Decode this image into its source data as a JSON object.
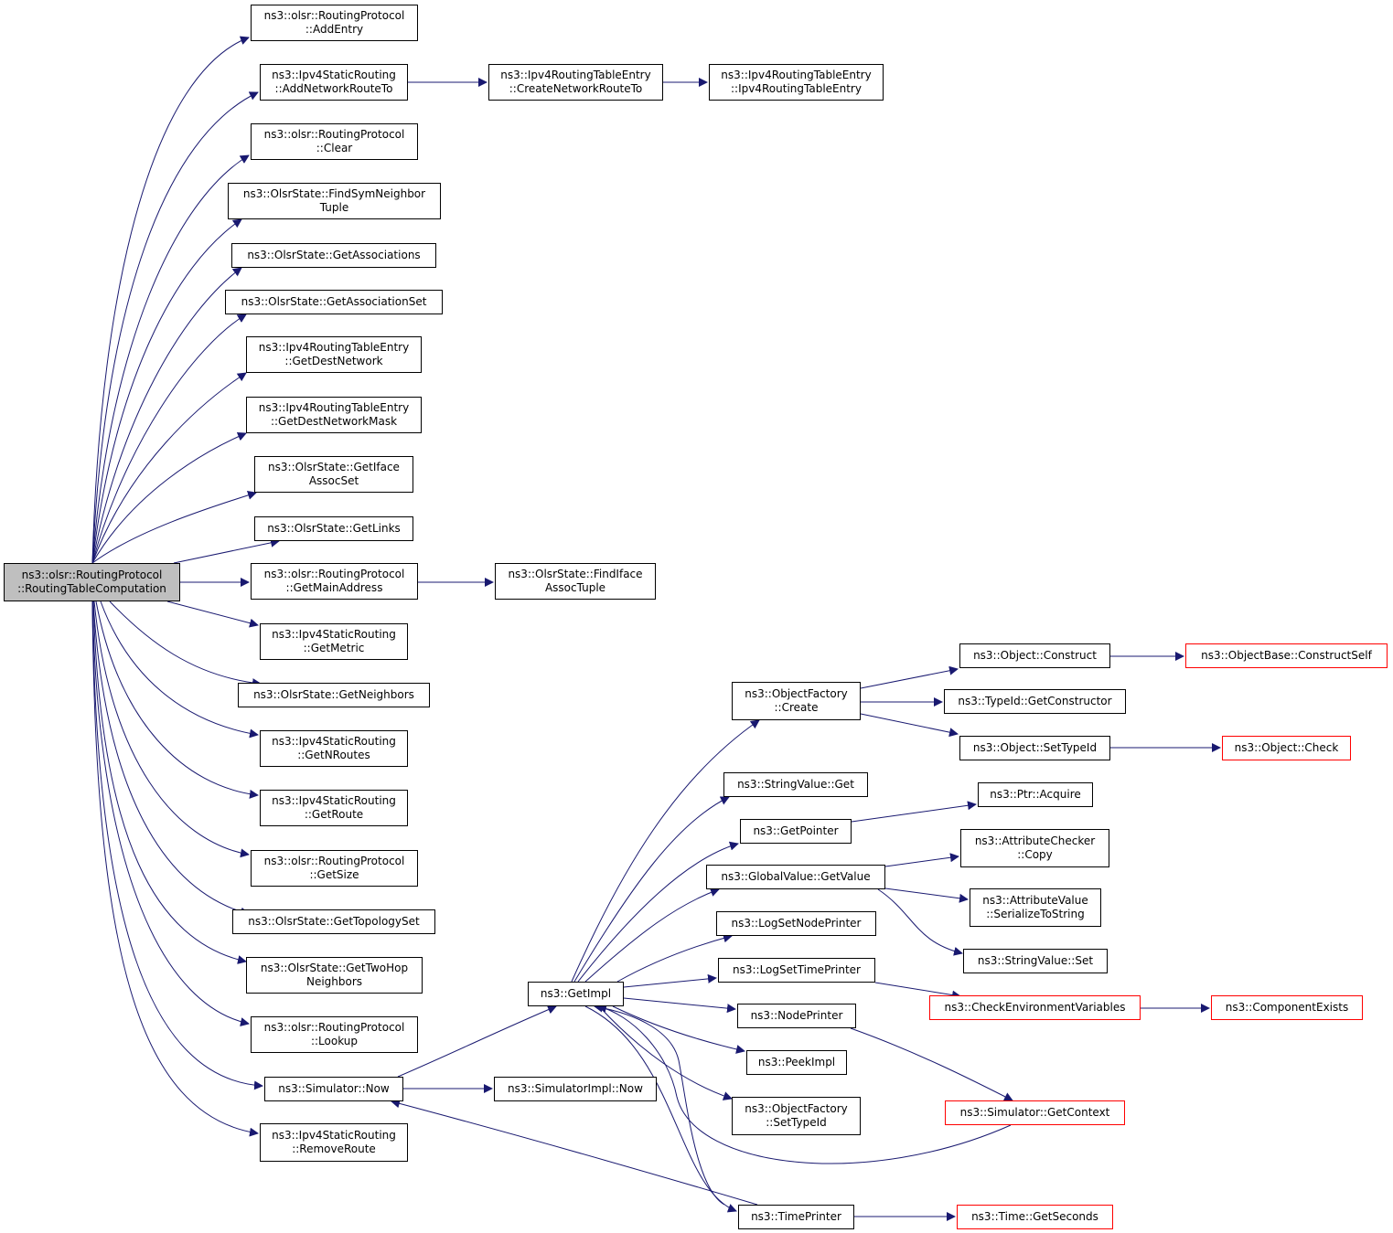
{
  "graph": {
    "edge_color": "#191970",
    "nodes": {
      "root": [
        "ns3::olsr::RoutingProtocol",
        "::RoutingTableComputation"
      ],
      "addEntry": [
        "ns3::olsr::RoutingProtocol",
        "::AddEntry"
      ],
      "addNetworkRouteTo": [
        "ns3::Ipv4StaticRouting",
        "::AddNetworkRouteTo"
      ],
      "createNetworkRouteTo": [
        "ns3::Ipv4RoutingTableEntry",
        "::CreateNetworkRouteTo"
      ],
      "ipv4RoutingTableEntry": [
        "ns3::Ipv4RoutingTableEntry",
        "::Ipv4RoutingTableEntry"
      ],
      "clear": [
        "ns3::olsr::RoutingProtocol",
        "::Clear"
      ],
      "findSymNeighborTuple": [
        "ns3::OlsrState::FindSymNeighbor",
        "Tuple"
      ],
      "getAssociations": [
        "ns3::OlsrState::GetAssociations"
      ],
      "getAssociationSet": [
        "ns3::OlsrState::GetAssociationSet"
      ],
      "getDestNetwork": [
        "ns3::Ipv4RoutingTableEntry",
        "::GetDestNetwork"
      ],
      "getDestNetworkMask": [
        "ns3::Ipv4RoutingTableEntry",
        "::GetDestNetworkMask"
      ],
      "getIfaceAssocSet": [
        "ns3::OlsrState::GetIface",
        "AssocSet"
      ],
      "getLinks": [
        "ns3::OlsrState::GetLinks"
      ],
      "getMainAddress": [
        "ns3::olsr::RoutingProtocol",
        "::GetMainAddress"
      ],
      "findIfaceAssocTuple": [
        "ns3::OlsrState::FindIface",
        "AssocTuple"
      ],
      "getMetric": [
        "ns3::Ipv4StaticRouting",
        "::GetMetric"
      ],
      "getNeighbors": [
        "ns3::OlsrState::GetNeighbors"
      ],
      "getNRoutes": [
        "ns3::Ipv4StaticRouting",
        "::GetNRoutes"
      ],
      "getRoute": [
        "ns3::Ipv4StaticRouting",
        "::GetRoute"
      ],
      "getSize": [
        "ns3::olsr::RoutingProtocol",
        "::GetSize"
      ],
      "getTopologySet": [
        "ns3::OlsrState::GetTopologySet"
      ],
      "getTwoHopNeighbors": [
        "ns3::OlsrState::GetTwoHop",
        "Neighbors"
      ],
      "lookup": [
        "ns3::olsr::RoutingProtocol",
        "::Lookup"
      ],
      "simulatorNow": [
        "ns3::Simulator::Now"
      ],
      "removeRoute": [
        "ns3::Ipv4StaticRouting",
        "::RemoveRoute"
      ],
      "simulatorImplNow": [
        "ns3::SimulatorImpl::Now"
      ],
      "getImpl": [
        "ns3::GetImpl"
      ],
      "objectFactoryCreate": [
        "ns3::ObjectFactory",
        "::Create"
      ],
      "stringValueGet": [
        "ns3::StringValue::Get"
      ],
      "getPointer": [
        "ns3::GetPointer"
      ],
      "globalValueGetValue": [
        "ns3::GlobalValue::GetValue"
      ],
      "logSetNodePrinter": [
        "ns3::LogSetNodePrinter"
      ],
      "logSetTimePrinter": [
        "ns3::LogSetTimePrinter"
      ],
      "nodePrinter": [
        "ns3::NodePrinter"
      ],
      "peekImpl": [
        "ns3::PeekImpl"
      ],
      "objectFactorySetTypeId": [
        "ns3::ObjectFactory",
        "::SetTypeId"
      ],
      "timePrinter": [
        "ns3::TimePrinter"
      ],
      "objectConstruct": [
        "ns3::Object::Construct"
      ],
      "objectBaseConstructSelf": [
        "ns3::ObjectBase::ConstructSelf"
      ],
      "typeIdGetConstructor": [
        "ns3::TypeId::GetConstructor"
      ],
      "objectSetTypeId": [
        "ns3::Object::SetTypeId"
      ],
      "objectCheck": [
        "ns3::Object::Check"
      ],
      "ptrAcquire": [
        "ns3::Ptr::Acquire"
      ],
      "attributeCheckerCopy": [
        "ns3::AttributeChecker",
        "::Copy"
      ],
      "attributeValueSerializeToString": [
        "ns3::AttributeValue",
        "::SerializeToString"
      ],
      "stringValueSet": [
        "ns3::StringValue::Set"
      ],
      "checkEnvironmentVariables": [
        "ns3::CheckEnvironmentVariables"
      ],
      "componentExists": [
        "ns3::ComponentExists"
      ],
      "simulatorGetContext": [
        "ns3::Simulator::GetContext"
      ],
      "timeGetSeconds": [
        "ns3::Time::GetSeconds"
      ]
    }
  }
}
